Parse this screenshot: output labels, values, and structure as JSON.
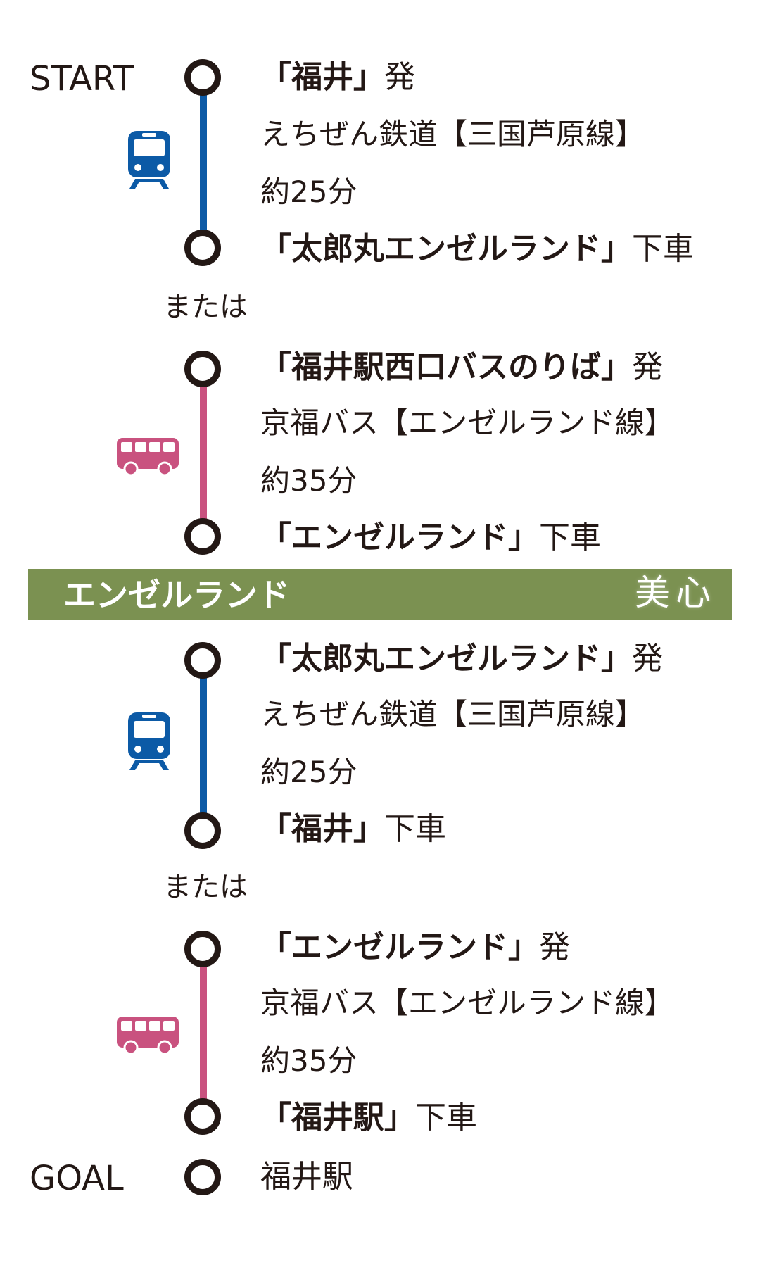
{
  "start_label": "START",
  "goal_label": "GOAL",
  "or_label": "または",
  "banner": {
    "title": "エンゼルランド",
    "logo": "美心"
  },
  "colors": {
    "train_line": "#0c5aa6",
    "bus_line": "#c9527f",
    "banner": "#7b9151",
    "text": "#231815"
  },
  "outbound": {
    "train": {
      "icon": "train-icon",
      "depart": {
        "name": "「福井」",
        "suffix": "発"
      },
      "line": "えちぜん鉄道【三国芦原線】",
      "duration": "約25分",
      "arrive": {
        "name": "「太郎丸エンゼルランド」",
        "suffix": "下車"
      }
    },
    "bus": {
      "icon": "bus-icon",
      "depart": {
        "name": "「福井駅西口バスのりば」",
        "suffix": "発"
      },
      "line": "京福バス【エンゼルランド線】",
      "duration": "約35分",
      "arrive": {
        "name": "「エンゼルランド」",
        "suffix": "下車"
      }
    }
  },
  "return": {
    "train": {
      "icon": "train-icon",
      "depart": {
        "name": "「太郎丸エンゼルランド」",
        "suffix": "発"
      },
      "line": "えちぜん鉄道【三国芦原線】",
      "duration": "約25分",
      "arrive": {
        "name": "「福井」",
        "suffix": "下車"
      }
    },
    "bus": {
      "icon": "bus-icon",
      "depart": {
        "name": "「エンゼルランド」",
        "suffix": "発"
      },
      "line": "京福バス【エンゼルランド線】",
      "duration": "約35分",
      "arrive": {
        "name": "「福井駅」",
        "suffix": "下車"
      }
    }
  },
  "goal_station": "福井駅"
}
